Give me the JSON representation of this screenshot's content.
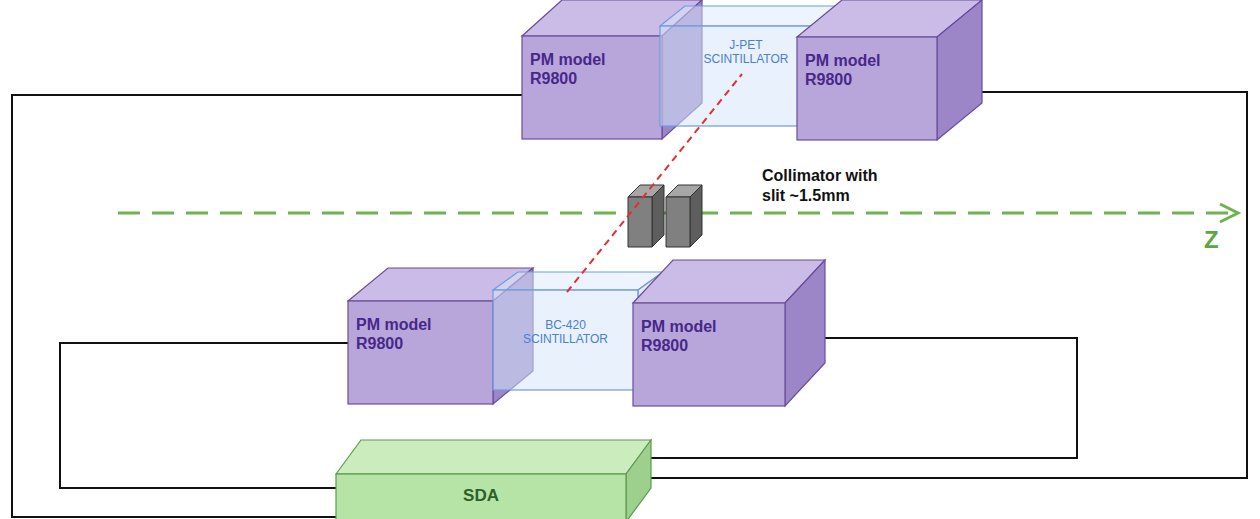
{
  "diagram": {
    "nodes": [
      {
        "text": [
          "PM model R9800"
        ]
      },
      {
        "text": [
          "J-PET SCINTILLATOR"
        ]
      },
      {
        "text": [
          "PM model R9800"
        ]
      },
      {
        "text": [
          "PM model R9800"
        ]
      },
      {
        "text": [
          "BC-420 SCINTILLATOR"
        ]
      },
      {
        "text": [
          "PM model R9800"
        ]
      },
      {
        "text": [
          "SDA"
        ]
      }
    ],
    "edges": [
      {
        "from": 0,
        "to": 6,
        "arrow": "none"
      },
      {
        "from": 2,
        "to": 6,
        "arrow": "none"
      },
      {
        "from": 3,
        "to": 6,
        "arrow": "none"
      },
      {
        "from": 5,
        "to": 6,
        "arrow": "none"
      }
    ],
    "labels": [
      "Collimator with slit ~1.5mm",
      "Z"
    ]
  }
}
